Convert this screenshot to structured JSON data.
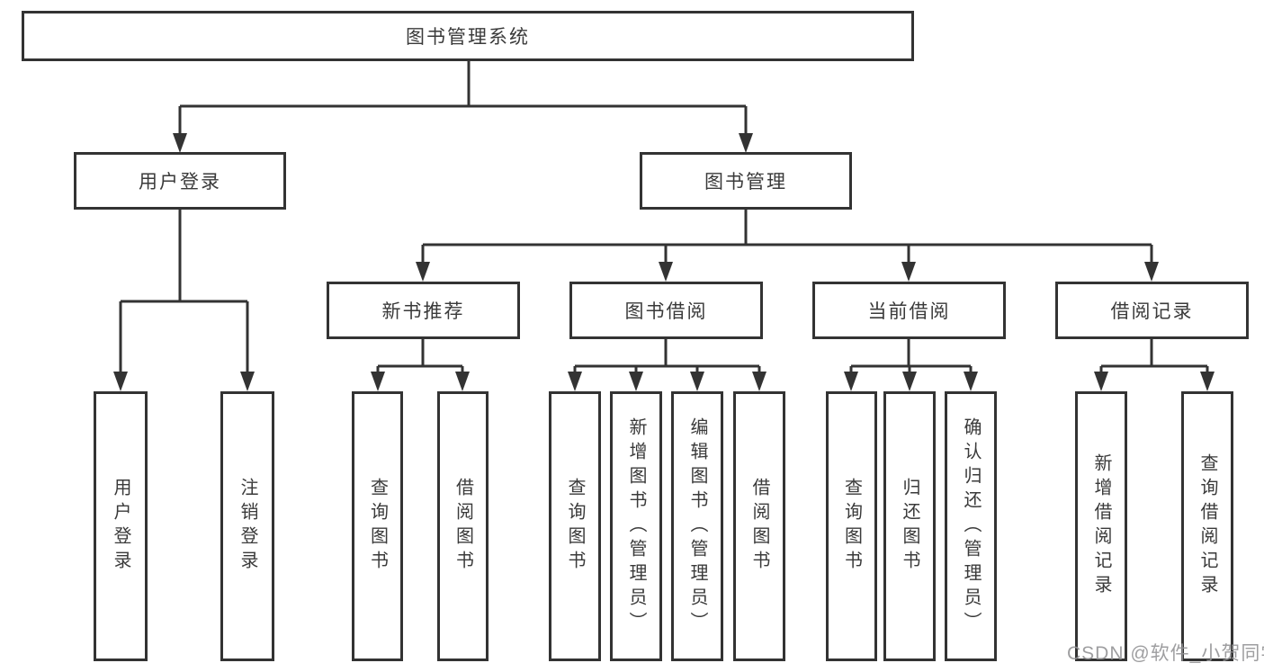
{
  "diagram": {
    "root": {
      "label": "图书管理系统"
    },
    "level1": {
      "user_login": {
        "label": "用户登录",
        "children": {
          "login": "用户登录",
          "logout": "注销登录"
        }
      },
      "book_mgmt": {
        "label": "图书管理"
      }
    },
    "level2": {
      "new_book": {
        "label": "新书推荐",
        "children": {
          "query": "查询图书",
          "borrow": "借阅图书"
        }
      },
      "book_borrow": {
        "label": "图书借阅",
        "children": {
          "query": "查询图书",
          "add": "新增图书（管理员）",
          "edit": "编辑图书（管理员）",
          "borrow": "借阅图书"
        }
      },
      "current_borrow": {
        "label": "当前借阅",
        "children": {
          "query": "查询图书",
          "return": "归还图书",
          "confirm": "确认归还（管理员）"
        }
      },
      "borrow_record": {
        "label": "借阅记录",
        "children": {
          "add": "新增借阅记录",
          "query": "查询借阅记录"
        }
      }
    },
    "watermark": "CSDN @软件_小贺同学",
    "colors": {
      "line": "#333333",
      "text": "#3a3a3a",
      "watermark": "#949496",
      "background": "#ffffff"
    }
  }
}
